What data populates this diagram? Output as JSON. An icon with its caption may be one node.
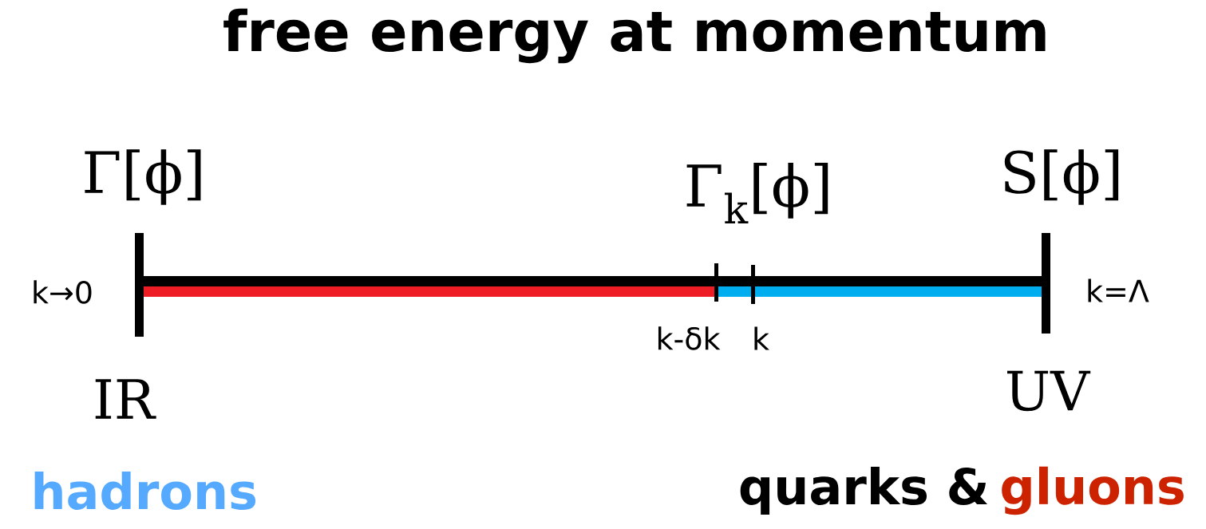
{
  "diagram": {
    "title": "free energy at momentum",
    "labels": [
      "Γ[ϕ]",
      "Γ$_{k}$[ϕ]",
      "S[ϕ]",
      "k→0",
      "k=Λ",
      "k-δk",
      "k",
      "IR",
      "UV",
      "hadrons",
      "quarks &",
      "gluons"
    ]
  }
}
